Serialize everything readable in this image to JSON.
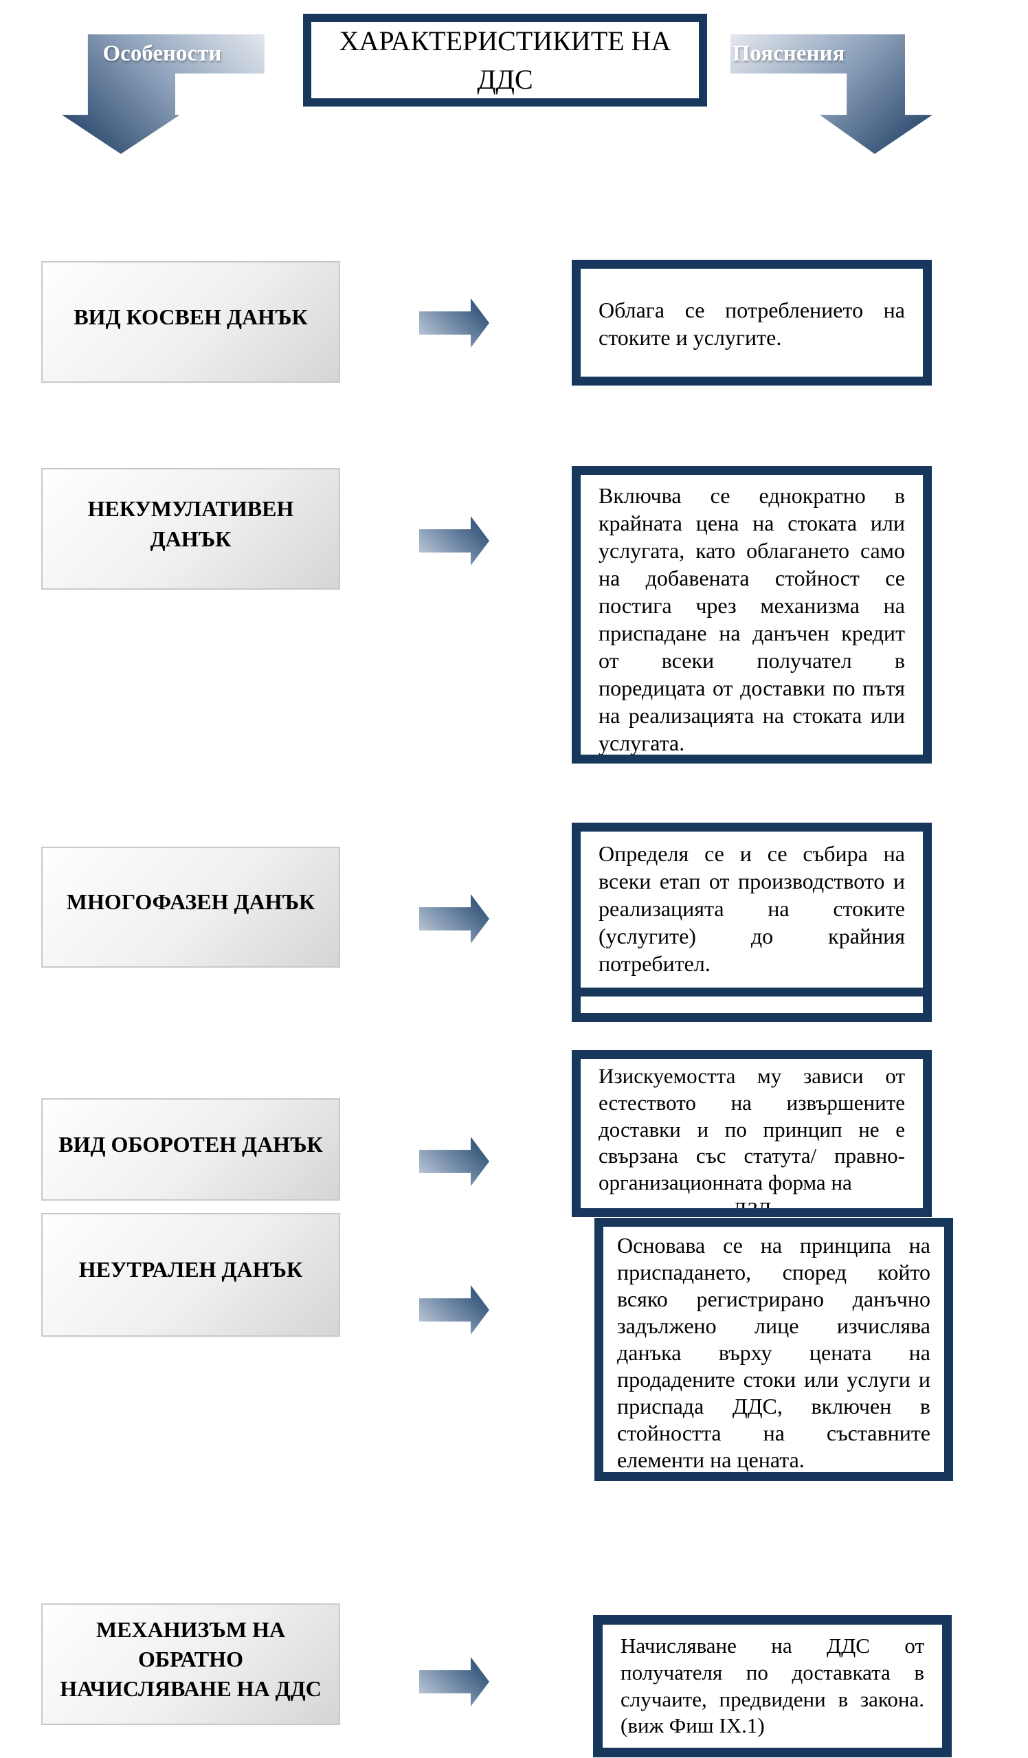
{
  "title": "ХАРАКТЕРИСТИКИТЕ НА ДДС",
  "top": {
    "left_arrow_label": "Особености",
    "right_arrow_label": "Пояснения"
  },
  "colors": {
    "navy": "#17375D",
    "arrow_dark": "#1E4168",
    "arrow_light": "#CCD4DF",
    "gray_box": "#D5D5D5"
  },
  "rows": [
    {
      "label": "ВИД КОСВЕН ДАНЪК",
      "explanation": "Облага се потреблението на стоките и услугите."
    },
    {
      "label": "НЕКУМУЛАТИВЕН ДАНЪК",
      "explanation": "Включва се еднократно в крайната цена на стоката или услугата, като облагането само на добавената стойност се постига чрез механизма на приспадане на данъчен кредит от всеки получател в поредицата от доставки по пътя на реализацията на стоката или услугата."
    },
    {
      "label": "МНОГОФАЗЕН ДАНЪК",
      "explanation": "Определя се и се събира на всеки етап от производството и реализацията на стоките (услугите) до крайния потребител."
    },
    {
      "label": "ВИД ОБОРОТЕН ДАНЪК",
      "explanation": "Изискуемостта му зависи от естеството на извършените доставки и по принцип не е свързана със статута/ правно-организационната форма на",
      "clipped_line": "ДЗЛ"
    },
    {
      "label": "НЕУТРАЛЕН ДАНЪК",
      "explanation": "Основава се  на принципа на приспадането, според който всяко регистрирано данъчно задължено лице изчислява данъка върху цената на продадените стоки или услуги и приспада ДДС, включен в стойността на съставните елементи на  цената."
    },
    {
      "label": "МЕХАНИЗЪМ НА ОБРАТНО НАЧИСЛЯВАНЕ НА ДДС",
      "explanation": "Начисляване на ДДС от получателя по доставката в случаите, предвидени в закона. (виж Фиш  IX.1)"
    }
  ]
}
